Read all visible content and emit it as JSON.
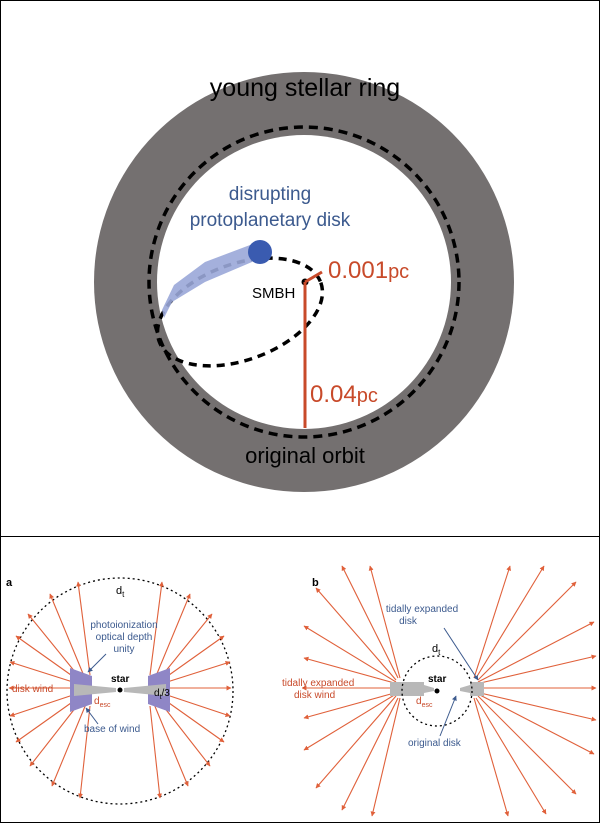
{
  "top_panel": {
    "ring_label": "young stellar ring",
    "disk_label_line1": "disrupting",
    "disk_label_line2": "protoplanetary disk",
    "smbh_label": "SMBH",
    "small_radius_value": "0.001",
    "small_radius_unit": "pc",
    "large_radius_value": "0.04",
    "large_radius_unit": "pc",
    "orbit_label": "original orbit"
  },
  "panel_a": {
    "panel_letter": "a",
    "dt_label": "d",
    "dt_subscript": "t",
    "annotation_line1": "photoionization",
    "annotation_line2": "optical depth",
    "annotation_line3": "unity",
    "disk_wind_label": "disk wind",
    "base_of_wind_label": "base of wind",
    "star_label": "star",
    "desc_label": "d",
    "desc_subscript": "esc",
    "dt3_label_d": "d",
    "dt3_label_sub": "t",
    "dt3_label_rest": "/3"
  },
  "panel_b": {
    "panel_letter": "b",
    "expanded_disk_line1": "tidally expanded",
    "expanded_disk_line2": "disk",
    "dt_label": "d",
    "dt_subscript": "t",
    "wind_line1": "tidally expanded",
    "wind_line2": "disk wind",
    "star_label": "star",
    "desc_label": "d",
    "desc_subscript": "esc",
    "original_disk_label": "original disk"
  },
  "colors": {
    "ring": "#747070",
    "disk_blue": "#3a5bb0",
    "label_blue": "#3c5a8e",
    "red": "#c84a2a",
    "wind_red": "#e0603a",
    "wind_blue": "#8f86c6",
    "gray_disk": "#b8b8b8"
  }
}
